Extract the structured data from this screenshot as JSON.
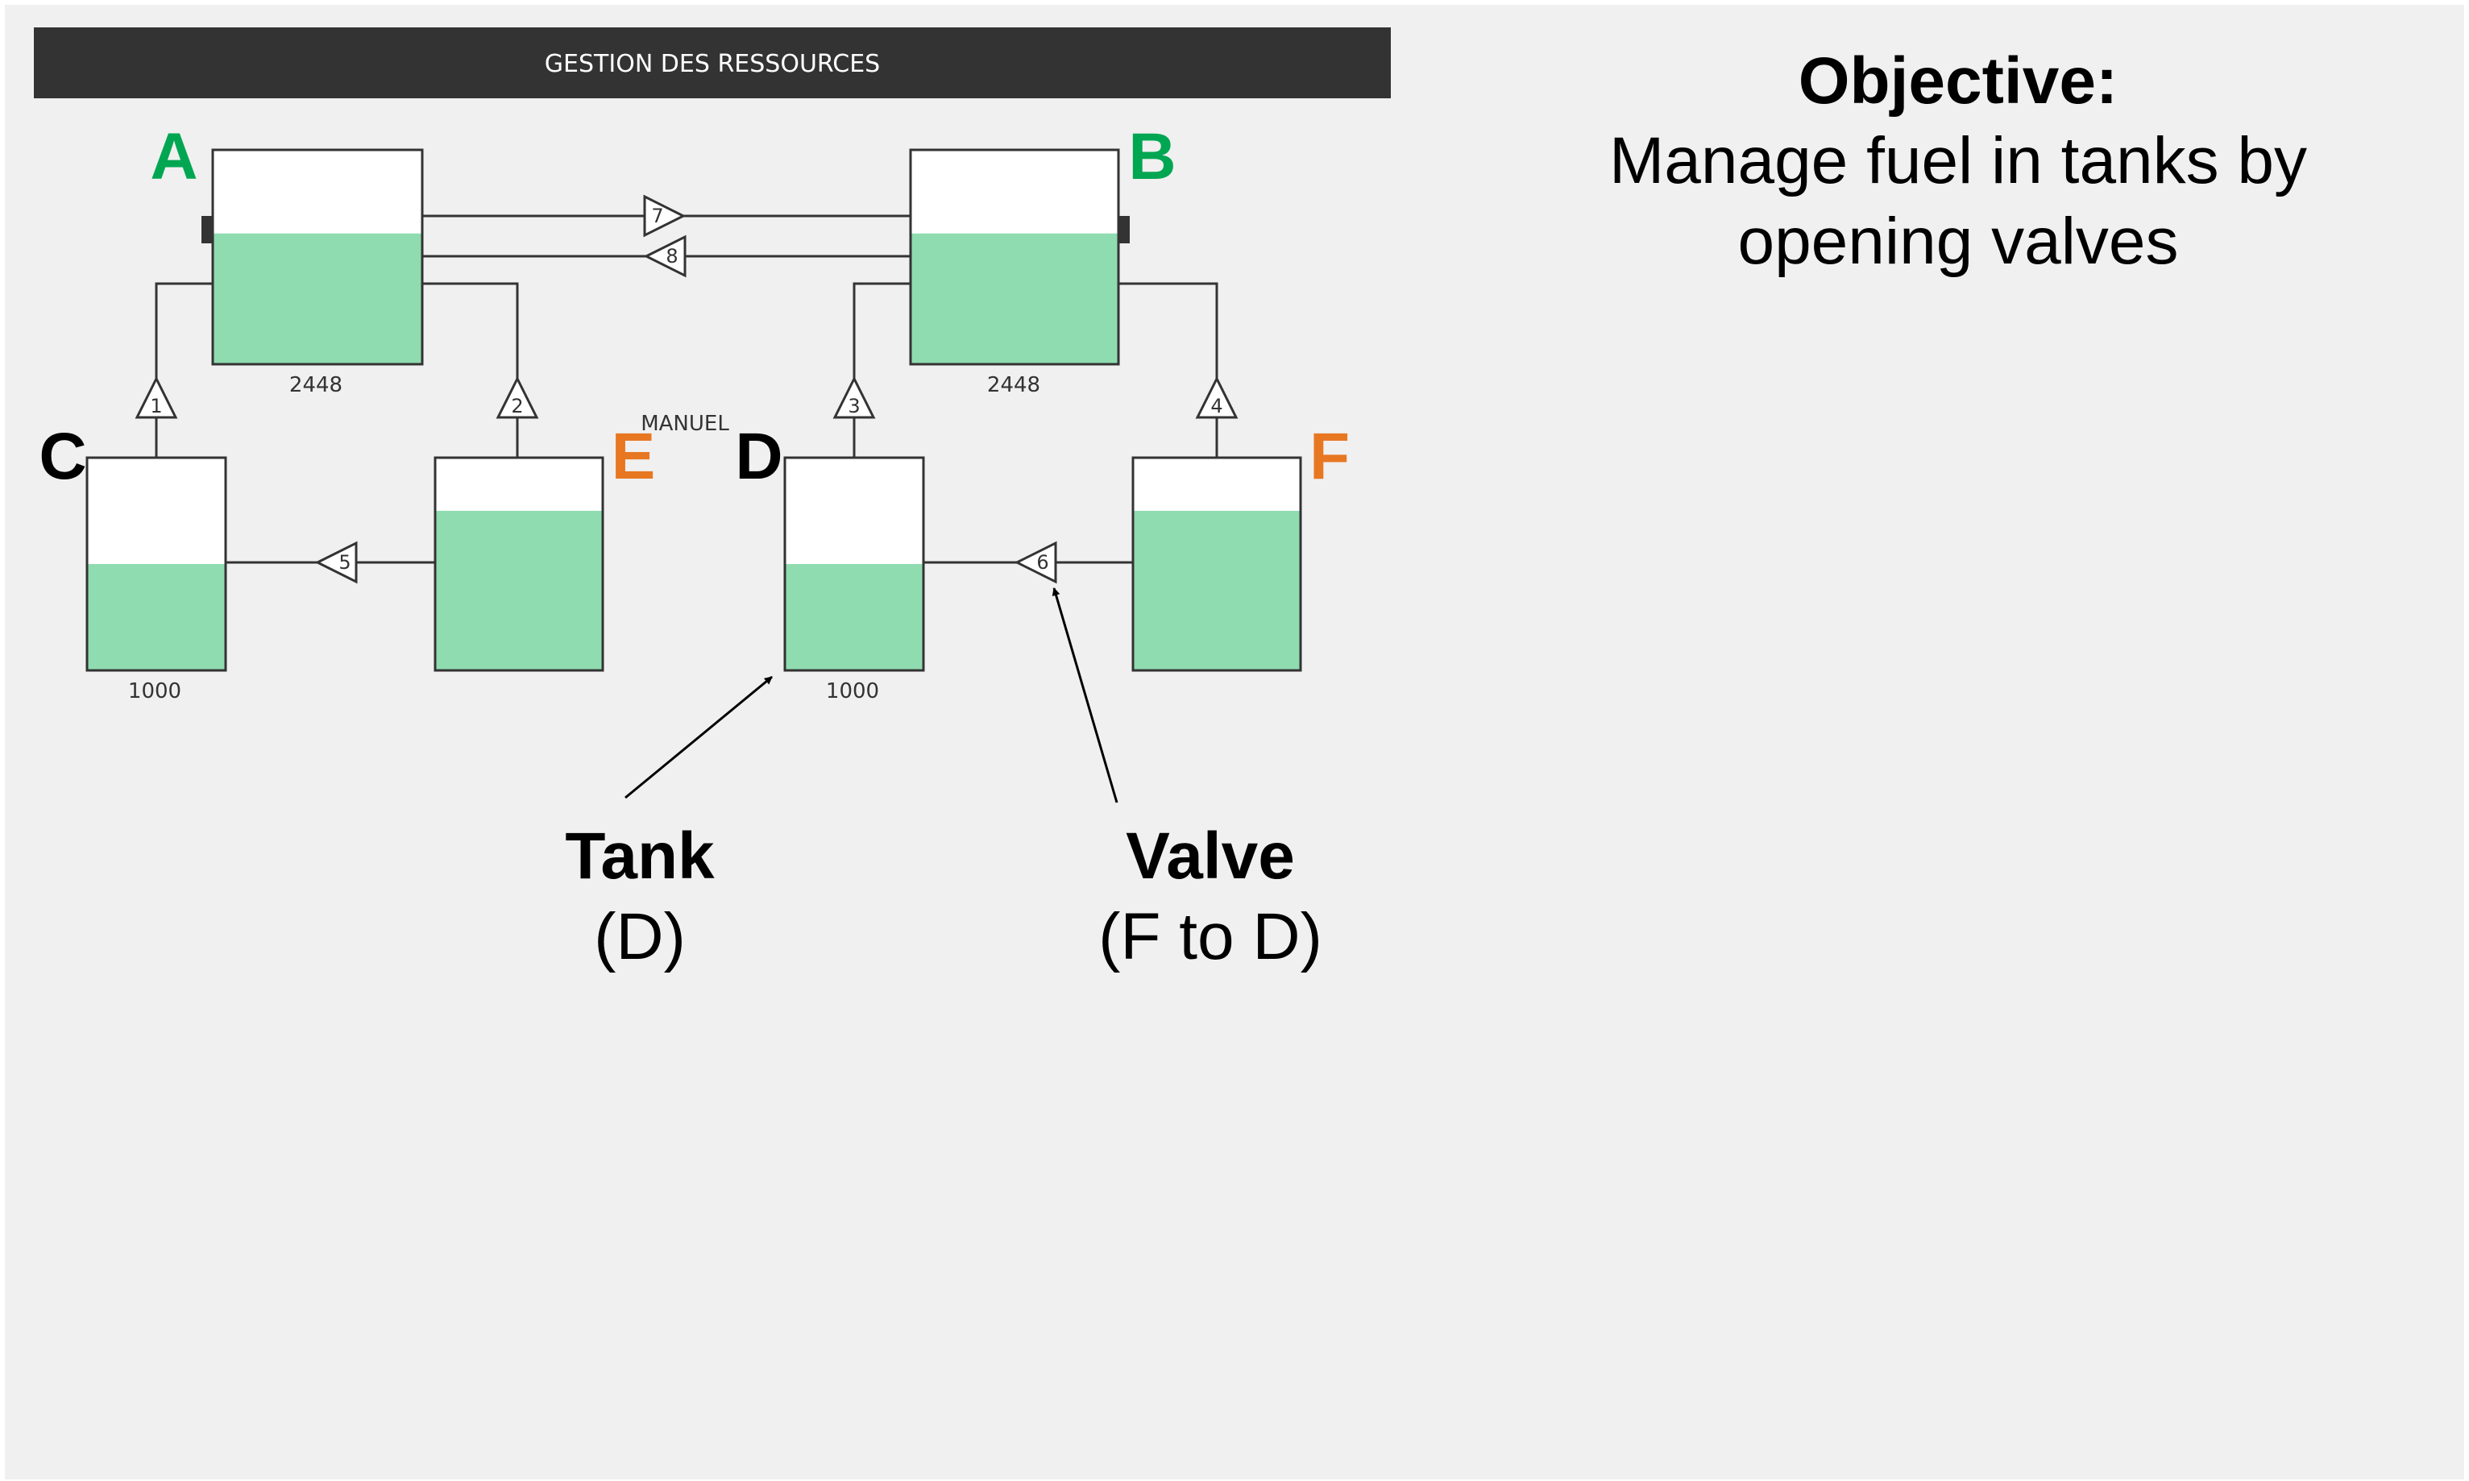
{
  "header": {
    "title": "GESTION DES RESSOURCES"
  },
  "mode_label": "MANUEL",
  "tanks": [
    {
      "id": "A",
      "letter": "A",
      "letter_color": "#00a651",
      "capacity_label": "2448",
      "fill": 0.61
    },
    {
      "id": "B",
      "letter": "B",
      "letter_color": "#00a651",
      "capacity_label": "2448",
      "fill": 0.61
    },
    {
      "id": "C",
      "letter": "C",
      "letter_color": "#000000",
      "capacity_label": "1000",
      "fill": 0.5
    },
    {
      "id": "D",
      "letter": "D",
      "letter_color": "#000000",
      "capacity_label": "1000",
      "fill": 0.5
    },
    {
      "id": "E",
      "letter": "E",
      "letter_color": "#e87722",
      "capacity_label": "",
      "fill": 0.75
    },
    {
      "id": "F",
      "letter": "F",
      "letter_color": "#e87722",
      "capacity_label": "",
      "fill": 0.75
    }
  ],
  "valves": [
    {
      "number": "1",
      "from": "C",
      "to": "A"
    },
    {
      "number": "2",
      "from": "E",
      "to": "A"
    },
    {
      "number": "3",
      "from": "D",
      "to": "B"
    },
    {
      "number": "4",
      "from": "F",
      "to": "B"
    },
    {
      "number": "5",
      "from": "E",
      "to": "C"
    },
    {
      "number": "6",
      "from": "F",
      "to": "D"
    },
    {
      "number": "7",
      "from": "A",
      "to": "B"
    },
    {
      "number": "8",
      "from": "B",
      "to": "A"
    }
  ],
  "annotations": {
    "tank": {
      "title": "Tank",
      "subtitle": "(D)"
    },
    "valve": {
      "title": "Valve",
      "subtitle": "(F to D)"
    }
  },
  "objective": {
    "heading": "Objective:",
    "line1": "Manage fuel in tanks by",
    "line2": "opening valves"
  },
  "colors": {
    "fuel": "#8fdcb0",
    "panel_bg": "#f0f0f0",
    "header_bg": "#333333",
    "header_text": "#ffffff",
    "tank_border": "#333333"
  }
}
